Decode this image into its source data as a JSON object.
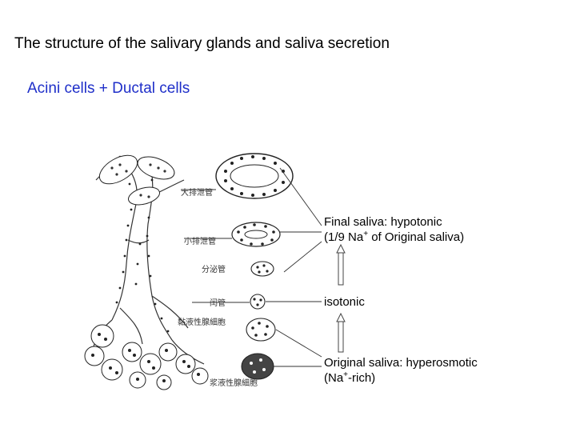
{
  "title": "The structure of the salivary glands and saliva secretion",
  "subtitle": "Acini cells + Ductal cells",
  "colors": {
    "title": "#000000",
    "subtitle": "#1f2fc9",
    "annotation": "#000000",
    "arrow": "#444444",
    "cell_dots": "#222222"
  },
  "annotations": {
    "final": {
      "line1": "Final saliva: hypotonic",
      "line2_pre": "(1/9 Na",
      "line2_sup": "+",
      "line2_post": " of Original saliva)"
    },
    "isotonic": "isotonic",
    "original": {
      "line1": "Original saliva: hyperosmotic",
      "line2_pre": "(Na",
      "line2_sup": "+",
      "line2_post": "-rich)"
    }
  },
  "diagram_labels": {
    "large_duct": "大排泄管",
    "small_duct": "小排泄管",
    "secretory_duct": "分泌管",
    "intercalated_duct": "闰管",
    "mucous_cell": "黏液性腺細胞",
    "serous_cell": "浆液性腺細胞"
  }
}
